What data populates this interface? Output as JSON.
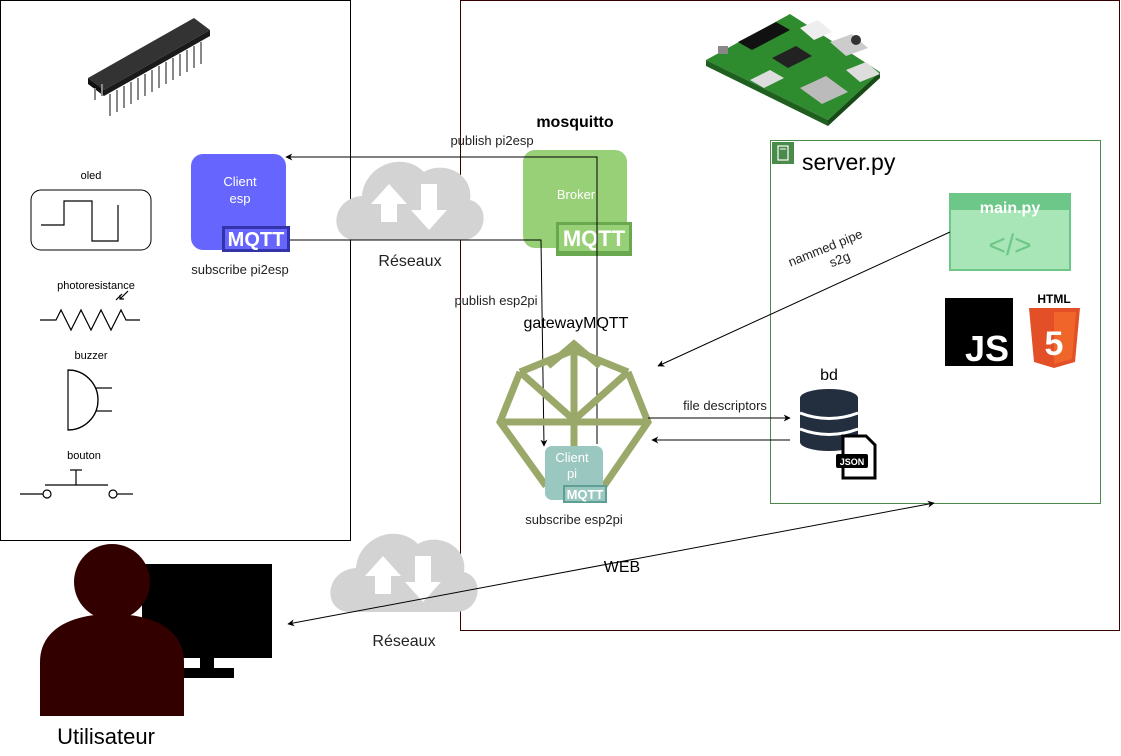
{
  "esp_side": {
    "components": {
      "oled": "oled",
      "photoresistance": "photoresistance",
      "buzzer": "buzzer",
      "bouton": "bouton"
    }
  },
  "client_esp": {
    "label_line1": "Client",
    "label_line2": "esp",
    "mqtt": "MQTT",
    "subscribe": "subscribe pi2esp"
  },
  "network_top": {
    "label": "Réseaux"
  },
  "network_bottom": {
    "label": "Réseaux"
  },
  "broker": {
    "title": "mosquitto",
    "label": "Broker",
    "mqtt": "MQTT"
  },
  "links": {
    "publish_pi2esp": "publish pi2esp",
    "publish_esp2pi": "publish esp2pi",
    "file_descriptors": "file descriptors",
    "named_pipe_line1": "nammed pipe",
    "named_pipe_line2": "s2g",
    "web": "WEB"
  },
  "gateway": {
    "title": "gatewayMQTT",
    "client_line1": "Client",
    "client_line2": "pi",
    "mqtt": "MQTT",
    "subscribe": "subscribe esp2pi"
  },
  "server": {
    "title": "server.py",
    "main_py": "main.py",
    "code_symbol": "</>",
    "js_logo": "JS",
    "html_logo": "HTML",
    "html5_number": "5",
    "db_label": "bd",
    "json_badge": "JSON"
  },
  "user": {
    "label": "Utilisateur"
  },
  "colors": {
    "client_esp": "#6666ff",
    "client_esp_dark": "#3333aa",
    "broker": "#97d077",
    "broker_dark": "#6aa84f",
    "gateway_frame": "#9aa96a",
    "client_pi": "#9ac7bf",
    "client_pi_dark": "#5f9e94",
    "mainpy": "#a8e6b8",
    "mainpy_dark": "#6cc788",
    "server_border": "#4a8a4a",
    "cloud": "#d3d3d3",
    "db": "#232f3e",
    "user": "#330000",
    "html5": "#e34f26"
  }
}
